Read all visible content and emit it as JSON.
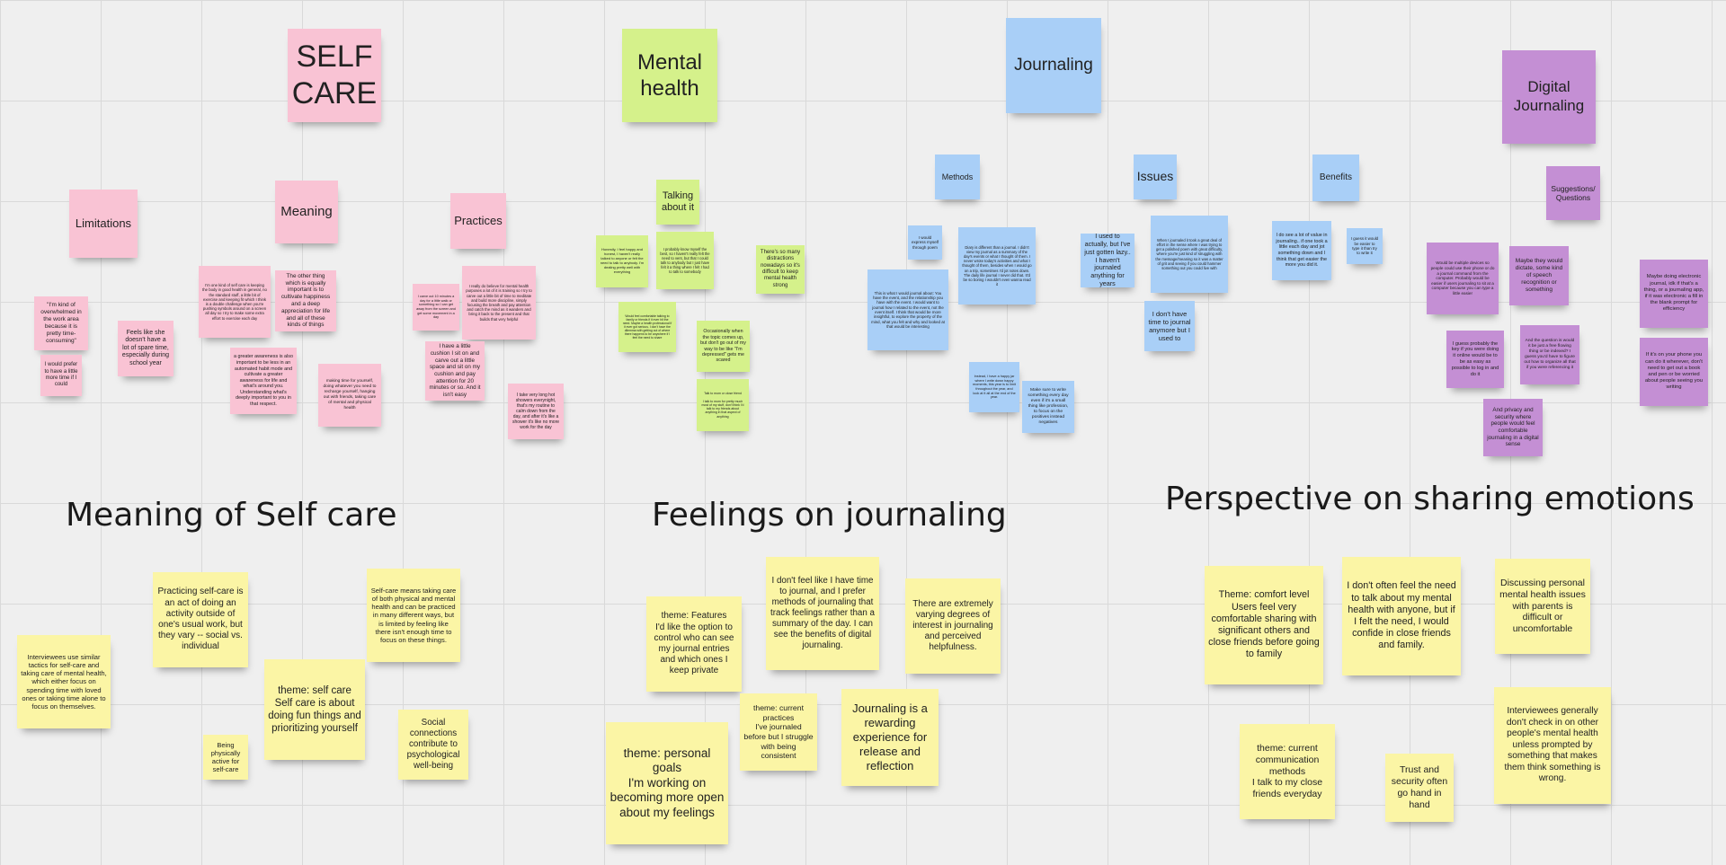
{
  "colors": {
    "pink": "#f9c3d4",
    "green": "#d5f18b",
    "blue": "#a9cff7",
    "purple": "#c48fd4",
    "yellow": "#fbf5a5",
    "background": "#efefef",
    "grid": "#d9d9d9"
  },
  "sections": [
    {
      "id": "meaning",
      "title": "Meaning of Self care"
    },
    {
      "id": "feelings",
      "title": "Feelings on journaling"
    },
    {
      "id": "perspective",
      "title": "Perspective on sharing emotions"
    }
  ],
  "notes": [
    {
      "id": "self-care-header",
      "color": "pink",
      "text": "SELF\nCARE"
    },
    {
      "id": "mental-health-header",
      "color": "green",
      "text": "Mental\nhealth"
    },
    {
      "id": "journaling-header",
      "color": "blue",
      "text": "Journaling"
    },
    {
      "id": "digital-journaling-header",
      "color": "purple",
      "text": "Digital\nJournaling"
    },
    {
      "id": "limitations",
      "color": "pink",
      "text": "Limitations"
    },
    {
      "id": "meaning",
      "color": "pink",
      "text": "Meaning"
    },
    {
      "id": "practices",
      "color": "pink",
      "text": "Practices"
    },
    {
      "id": "pink-1",
      "color": "pink",
      "text": "\"I'm kind of overwhelmed in the work area because it is pretty time-consuming\""
    },
    {
      "id": "pink-2",
      "color": "pink",
      "text": "I would prefer to have a little more time if I could"
    },
    {
      "id": "pink-3",
      "color": "pink",
      "text": "Feels like she doesn't have a lot of spare time, especially during school year"
    },
    {
      "id": "pink-4",
      "color": "pink",
      "text": "I'm one kind of self care is keeping the body in good health in general, no the standard stuff, a little bit of exercise and keeping fit which I think is a double challenge when you're pushing symbols around on a screen all day so I try to make some extra effort to exercise each day"
    },
    {
      "id": "pink-5",
      "color": "pink",
      "text": "The other thing which is equally important is to cultivate happiness and a deep appreciation for life and all of these kinds of things"
    },
    {
      "id": "pink-6",
      "color": "pink",
      "text": "a greater awareness is also important to be less in an automated habit mode and cultivate a greater awareness for life and what's around you. Understanding what's deeply important to you in that respect."
    },
    {
      "id": "pink-7",
      "color": "pink",
      "text": "making time for yourself, doing whatever you need to recharge yourself, hanging out with friends, taking care of mental and physical health"
    },
    {
      "id": "pink-8",
      "color": "pink",
      "text": "I carve out 10 minutes a day for a little walk or something so I can get away from the screen and get some movement in a day"
    },
    {
      "id": "pink-9",
      "color": "pink",
      "text": "I really do believe for mental health purposes a lot of it is training so I try to carve out a little bit of time to meditate and build more discipline, simply focusing the breath and pay attention and catch the mind as it wanders and bring it back to the present and that builds that very helpful"
    },
    {
      "id": "pink-10",
      "color": "pink",
      "text": "I have a little cushion I sit on and carve out a little space and sit on my cushion and pay attention for 20 minutes or so. And it isn't easy"
    },
    {
      "id": "pink-11",
      "color": "pink",
      "text": "I take very long hot showers everynight, that's my routine to calm down from the day, and after it's like a shower it's like no more work for the day"
    },
    {
      "id": "talking-about-it",
      "color": "green",
      "text": "Talking about it"
    },
    {
      "id": "green-1",
      "color": "green",
      "text": "Honestly, I feel happy and honest, I haven't really talked to anyone or felt the need to talk to anybody. I'm dealing pretty well with everything"
    },
    {
      "id": "green-2",
      "color": "green",
      "text": "I probably know myself the best, so I haven't really felt the need to vent, but that I could talk to anybody but I just have felt it a thing where I felt I had to talk to somebody"
    },
    {
      "id": "green-3",
      "color": "green",
      "text": "There's so many distractions nowadays so it's difficult to keep mental health strong"
    },
    {
      "id": "green-4",
      "color": "green",
      "text": "Would feel comfortable talking to family or friends if it ever hit the need. Maybe a health professional if it ever got serious. I don't have the dilemma with getting out of where there happens to be anywhere if I feel the need to share"
    },
    {
      "id": "green-5",
      "color": "green",
      "text": "Occasionally when the topic comes up, but don't go out of my way to be like \"I'm depressed\" gets me scared"
    },
    {
      "id": "green-6",
      "color": "green",
      "text": "Talk to mom or close friend\n\nI talk to mom for pretty much most of my stuff, don't think I'd talk to my friends about anything in that aspect of anything"
    },
    {
      "id": "methods",
      "color": "blue",
      "text": "Methods"
    },
    {
      "id": "issues",
      "color": "blue",
      "text": "Issues"
    },
    {
      "id": "benefits",
      "color": "blue",
      "text": "Benefits"
    },
    {
      "id": "blue-1",
      "color": "blue",
      "text": "I would express myself through poem"
    },
    {
      "id": "blue-2",
      "color": "blue",
      "text": "Diary is different than a journal. I didn't view my journal as a summary of the day's events or what I thought of them. I never wrote today's activities and what I thought of them, besides when I would go on a trip, sometimes I'd jot notes down. The daily life journal I never did that. It'd be so boring I wouldn't even wanna read it"
    },
    {
      "id": "blue-3",
      "color": "blue",
      "text": "This is what I would journal about: You have the event, and the relationship you have with the event. I would want to journal how I related to the event, not the event itself. I think that would be more insightful, to explore the property of the mind, what you felt and why and looked at that would be interesting"
    },
    {
      "id": "blue-4",
      "color": "blue",
      "text": "Instead, I have a happy jar where I write down happy moments, this year is to limit throughout the year, and look at it all at the end of the year."
    },
    {
      "id": "blue-5",
      "color": "blue",
      "text": "Make sure to write something every day even if it's a small thing like profession, to focus on the positives instead negatives"
    },
    {
      "id": "blue-6",
      "color": "blue",
      "text": "I used to actually, but I've just gotten lazy.. I haven't journaled anything for years"
    },
    {
      "id": "blue-7",
      "color": "blue",
      "text": "When I journaled it took a great deal of effort in the sense where I was trying to get a polished poem with great difficulty, where you're just kind of struggling with the message/meaning so it was a matter of grit and seeing if you could hammer something out you could live with"
    },
    {
      "id": "blue-8",
      "color": "blue",
      "text": "I don't have time to journal anymore but I used to"
    },
    {
      "id": "blue-9",
      "color": "blue",
      "text": "I do see a lot of value in journaling.. if one took a little each day and jot something down and I think that get easier the more you did it."
    },
    {
      "id": "blue-10",
      "color": "blue",
      "text": "I guess it would be easier to type it than try to write it"
    },
    {
      "id": "suggestions",
      "color": "purple",
      "text": "Suggestions/\nQuestions"
    },
    {
      "id": "purple-1",
      "color": "purple",
      "text": "Would be multiple devices so people could use their phone or do a journal command from the computer. Probably would be easier if users journaling to sit at a computer because you can type a little easier"
    },
    {
      "id": "purple-2",
      "color": "purple",
      "text": "Maybe they would dictate, some kind of speech recognition or something"
    },
    {
      "id": "purple-3",
      "color": "purple",
      "text": "I guess probably the key if you were doing it online would be to be as easy as possible to log in and do it"
    },
    {
      "id": "purple-4",
      "color": "purple",
      "text": "And the question is would it be just a free flowing thing or be indexed? I guess you'd have to figure out how to organize all that if you were referencing it"
    },
    {
      "id": "purple-5",
      "color": "purple",
      "text": "And privacy and security where people would feel comfortable journaling in a digital sense"
    },
    {
      "id": "purple-6",
      "color": "purple",
      "text": "Maybe doing electronic journal, idk if that's a thing, or a journaling app, if it was electronic a fill in the blank prompt for efficiency"
    },
    {
      "id": "purple-7",
      "color": "purple",
      "text": "If it's on your phone you can do it wherever, don't need to get out a book and pen or be worried about people seeing you writing"
    },
    {
      "id": "y-interviewees",
      "color": "yellow",
      "text": "Interviewees use similar tactics for self-care and taking care of mental health, which either focus on spending time with loved ones or taking time alone to focus on themselves."
    },
    {
      "id": "y-practicing",
      "color": "yellow",
      "text": "Practicing self-care is an act of doing an activity outside of one's usual work, but they vary -- social vs. individual"
    },
    {
      "id": "y-self-care-means",
      "color": "yellow",
      "text": "Self-care means taking care of both physical and mental health and can be practiced in many different ways, but is limited by feeling like there isn't enough time to focus on these things."
    },
    {
      "id": "y-theme-self-care",
      "color": "yellow",
      "text": "theme: self care\nSelf care is about doing fun things and prioritizing yourself"
    },
    {
      "id": "y-physically-active",
      "color": "yellow",
      "text": "Being physically active for self-care"
    },
    {
      "id": "y-social-connections",
      "color": "yellow",
      "text": "Social connections contribute to psychological well-being"
    },
    {
      "id": "y-theme-features",
      "color": "yellow",
      "text": "theme: Features\nI'd like the option to control who can see my journal entries and which ones I keep private"
    },
    {
      "id": "y-no-time",
      "color": "yellow",
      "text": "I don't feel like I have time to journal, and I prefer methods of journaling that track feelings rather than a summary of the day. I can see the benefits of digital journaling."
    },
    {
      "id": "y-varying",
      "color": "yellow",
      "text": "There are extremely varying degrees of interest in journaling and perceived helpfulness."
    },
    {
      "id": "y-theme-current-practices",
      "color": "yellow",
      "text": "theme: current practices\nI've journaled before but I struggle with being consistent"
    },
    {
      "id": "y-rewarding",
      "color": "yellow",
      "text": "Journaling is a rewarding experience for release and reflection"
    },
    {
      "id": "y-theme-personal-goals",
      "color": "yellow",
      "text": "theme: personal goals\nI'm working on becoming more open about my feelings"
    },
    {
      "id": "y-theme-comfort",
      "color": "yellow",
      "text": "Theme: comfort level\nUsers feel very comfortable sharing with significant others and close friends before going to family"
    },
    {
      "id": "y-dont-often",
      "color": "yellow",
      "text": "I don't often feel the need to talk about my mental health with anyone, but if I felt the need, I would confide in close friends and family."
    },
    {
      "id": "y-discussing",
      "color": "yellow",
      "text": "Discussing personal mental health issues with parents is difficult or uncomfortable"
    },
    {
      "id": "y-theme-communication",
      "color": "yellow",
      "text": "theme: current communication methods\nI talk to my close friends everyday"
    },
    {
      "id": "y-trust",
      "color": "yellow",
      "text": "Trust and security often go hand in hand"
    },
    {
      "id": "y-interviewees-generally",
      "color": "yellow",
      "text": "Interviewees generally don't check in on other people's mental health unless prompted by something that makes them think something is wrong."
    }
  ]
}
